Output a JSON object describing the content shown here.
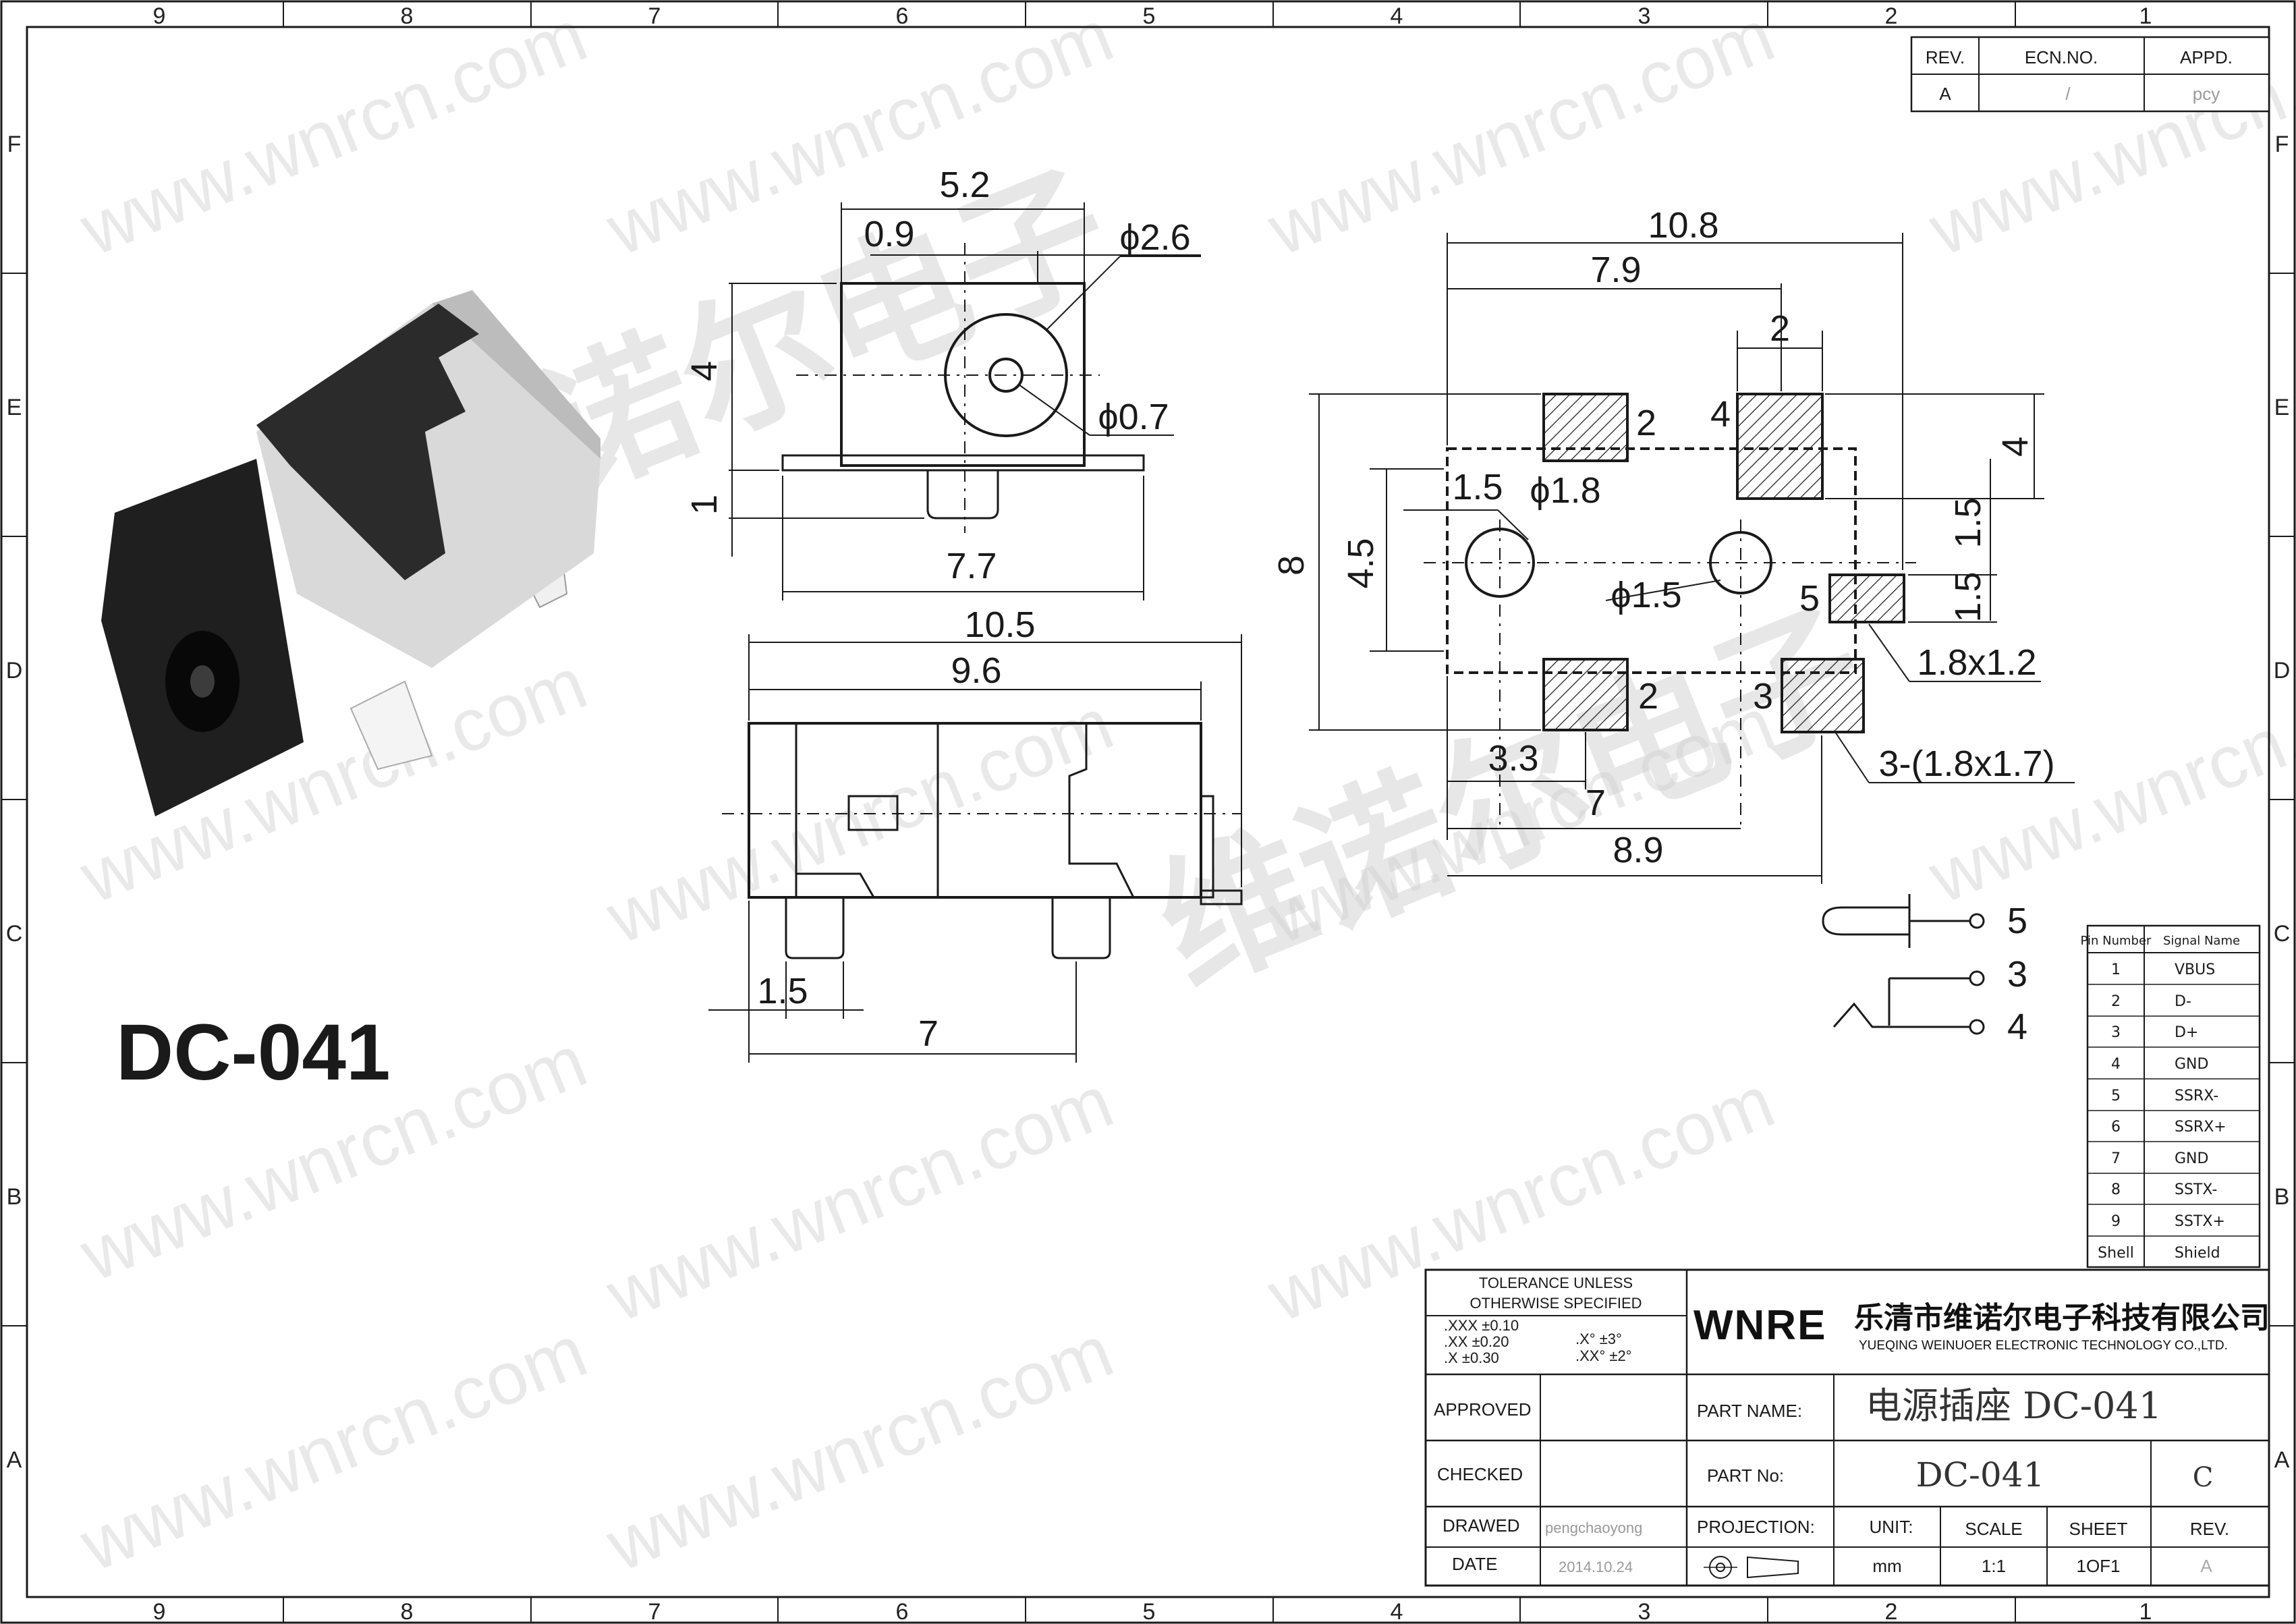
{
  "title": "DC-041",
  "watermark": {
    "text": "www.wnrcn.com",
    "chinese_text": "维诺尔电子"
  },
  "grid": {
    "columns": [
      "9",
      "8",
      "7",
      "6",
      "5",
      "4",
      "3",
      "2",
      "1"
    ],
    "rows": [
      "F",
      "E",
      "D",
      "C",
      "B",
      "A"
    ]
  },
  "revision_table": {
    "headers": [
      "REV.",
      "ECN.NO.",
      "APPD."
    ],
    "row": [
      "A",
      "/",
      "pcy"
    ]
  },
  "front_view": {
    "width": "5.2",
    "offset": "0.9",
    "outer_dia": "ϕ2.6",
    "inner_dia": "ϕ0.7",
    "height": "4",
    "pin_len": "1",
    "base_width": "7.7"
  },
  "side_view": {
    "overall": "10.5",
    "body": "9.6",
    "pin_width": "1.5",
    "pin_pitch": "7"
  },
  "footprint": {
    "width": "10.8",
    "offset": "7.9",
    "pad_gap": "2",
    "height": "8",
    "inner_height": "4.5",
    "pad_height": "4",
    "edge": "1.5",
    "hole1": "ϕ1.8",
    "hole2": "ϕ1.5",
    "pad5_offset_a": "1.5",
    "pad5_offset_b": "1.5",
    "pad5_size": "1.8x1.2",
    "pad_size": "3-(1.8x1.7)",
    "left_edge": "3.3",
    "pitch_a": "7",
    "pitch_b": "8.9",
    "pin_labels": [
      "2",
      "4",
      "5",
      "2",
      "3"
    ]
  },
  "schematic": {
    "pins": [
      "5",
      "3",
      "4"
    ]
  },
  "pin_table": {
    "headers": [
      "Pin Number",
      "Signal Name"
    ],
    "rows": [
      [
        "1",
        "VBUS"
      ],
      [
        "2",
        "D-"
      ],
      [
        "3",
        "D+"
      ],
      [
        "4",
        "GND"
      ],
      [
        "5",
        "SSRX-"
      ],
      [
        "6",
        "SSRX+"
      ],
      [
        "7",
        "GND"
      ],
      [
        "8",
        "SSTX-"
      ],
      [
        "9",
        "SSTX+"
      ],
      [
        "Shell",
        "Shield"
      ]
    ]
  },
  "title_block": {
    "tolerance_title1": "TOLERANCE  UNLESS",
    "tolerance_title2": "OTHERWISE  SPECIFIED",
    "tol_lines": [
      ".XXX  ±0.10",
      ".XX    ±0.20",
      ".X      ±0.30"
    ],
    "ang_lines": [
      ".X°    ±3°",
      ".XX°   ±2°"
    ],
    "logo": "WNRE",
    "company_cn": "乐清市维诺尔电子科技有限公司",
    "company_en": "YUEQING WEINUOER ELECTRONIC TECHNOLOGY CO.,LTD.",
    "approved_label": "APPROVED",
    "checked_label": "CHECKED",
    "drawed_label": "DRAWED",
    "drawed_value": "pengchaoyong",
    "date_label": "DATE",
    "date_value": "2014.10.24",
    "part_name_label": "PART  NAME:",
    "part_name_value": "电源插座 DC-041",
    "part_no_label": "PART  No:",
    "part_no_value": "DC-041",
    "rev_value": "C",
    "projection_label": "PROJECTION:",
    "unit_label": "UNIT:",
    "unit_value": "mm",
    "scale_label": "SCALE",
    "scale_value": "1:1",
    "sheet_label": "SHEET",
    "sheet_value": "1OF1",
    "rev_label": "REV.",
    "rev_sub_value": "A"
  }
}
